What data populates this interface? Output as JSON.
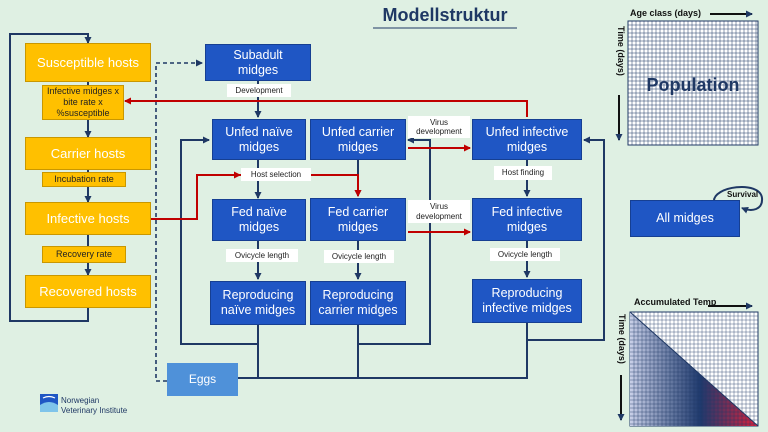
{
  "title": "Modellstruktur",
  "hosts": {
    "susceptible": "Susceptible hosts",
    "carrier": "Carrier hosts",
    "infective": "Infective hosts",
    "recovered": "Recovered hosts",
    "rate_infection": "Infective midges x\nbite rate x\n%susceptible",
    "rate_incubation": "Incubation rate",
    "rate_recovery": "Recovery rate"
  },
  "midges": {
    "subadult": "Subadult\nmidges",
    "unfed_naive": "Unfed naïve\nmidges",
    "unfed_carrier": "Unfed carrier\nmidges",
    "unfed_infective": "Unfed infective\nmidges",
    "fed_naive": "Fed naïve\nmidges",
    "fed_carrier": "Fed carrier\nmidges",
    "fed_infective": "Fed infective\nmidges",
    "repro_naive": "Reproducing\nnaïve midges",
    "repro_carrier": "Reproducing\ncarrier midges",
    "repro_infective": "Reproducing\ninfective midges",
    "eggs": "Eggs",
    "all": "All midges"
  },
  "process_labels": {
    "development": "Development",
    "virus_development_1": "Virus\ndevelopment",
    "host_selection": "Host selection",
    "host_finding": "Host finding",
    "virus_development_2": "Virus\ndevelopment",
    "ovicycle_1": "Ovicycle length",
    "ovicycle_2": "Ovicycle length",
    "ovicycle_3": "Ovicycle length"
  },
  "population_panel": {
    "x_axis": "Age class (days)",
    "y_axis": "Time (days)",
    "label": "Population"
  },
  "temp_panel": {
    "x_axis": "Accumulated Temp",
    "y_axis": "Time (days)"
  },
  "survival_label": "Survival",
  "logo": {
    "text": "Norwegian\nVeterinary Institute"
  },
  "colors": {
    "background": "#dff0e3",
    "host_box": "#ffc000",
    "midge_box": "#1f56c4",
    "eggs_box": "#4f91d9",
    "infection_arrow": "#c00000",
    "flow_line": "#1f3864",
    "grid_line": "#1f3864"
  }
}
